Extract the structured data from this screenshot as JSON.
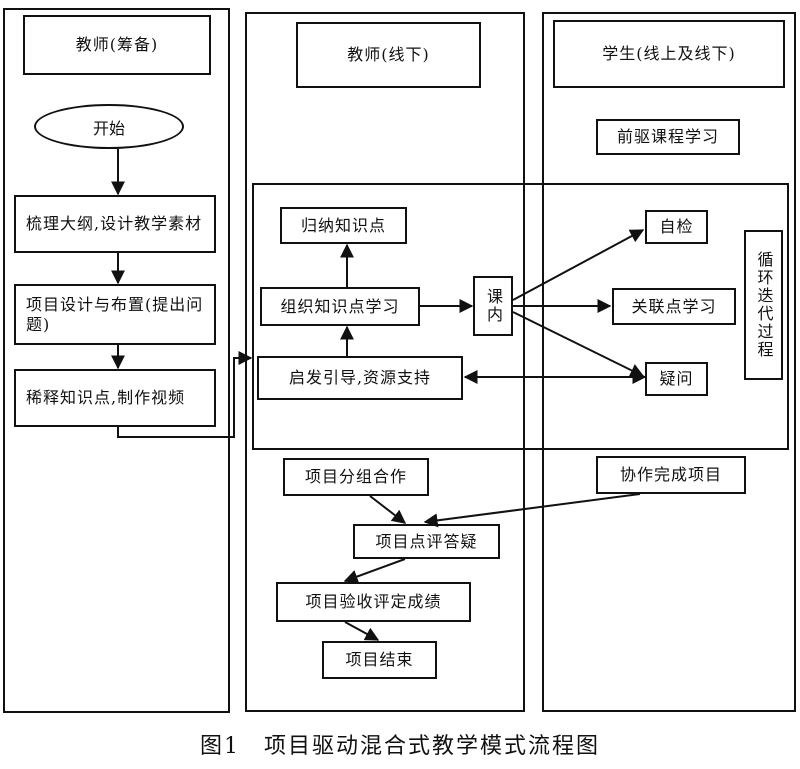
{
  "lanes": {
    "prep": "教师(筹备)",
    "offline": "教师(线下)",
    "student": "学生(线上及线下)"
  },
  "nodes": {
    "start": "开始",
    "outline": "梳理大纲,设计教学素材",
    "project_design": "项目设计与布置(提出问题)",
    "video": "稀释知识点,制作视频",
    "summarize": "归纳知识点",
    "organize": "组织知识点学习",
    "guide": "启发引导,资源支持",
    "class": "课内",
    "prereq": "前驱课程学习",
    "self_check": "自检",
    "related": "关联点学习",
    "question": "疑问",
    "loop": "循环迭代过程",
    "group": "项目分组合作",
    "cooperate": "协作完成项目",
    "review": "项目点评答疑",
    "acceptance": "项目验收评定成绩",
    "end": "项目结束"
  },
  "caption": "图1　项目驱动混合式教学模式流程图"
}
